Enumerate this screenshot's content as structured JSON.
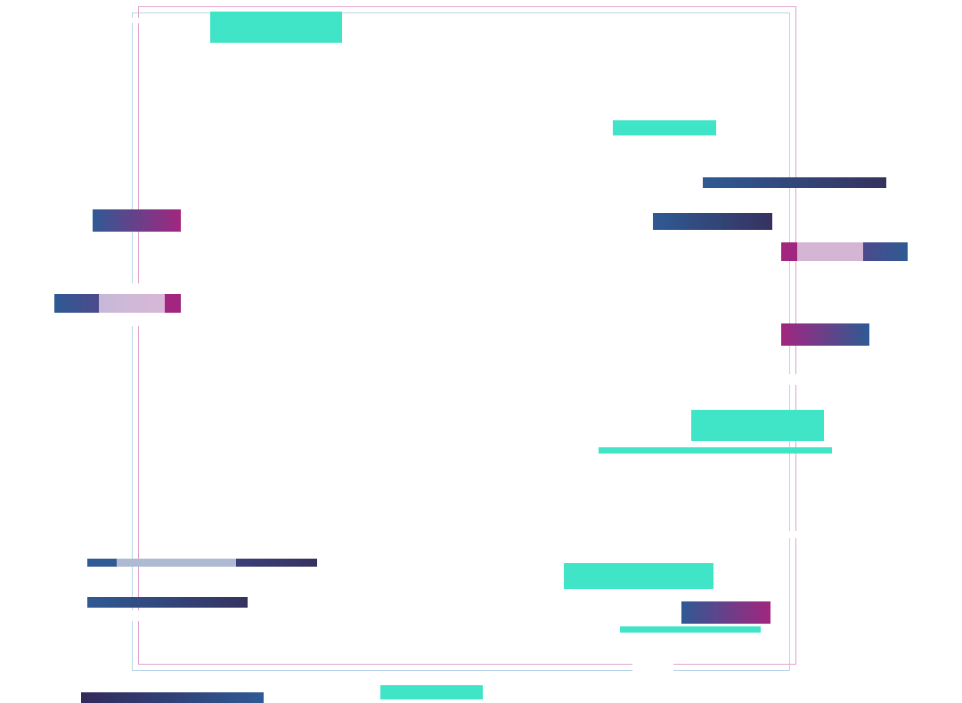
{
  "canvas": {
    "background": "#ffffff"
  },
  "colors": {
    "teal": "#40e4c6",
    "blue": "#2f5a94",
    "navy": "#36325f",
    "magenta": "#a2267f",
    "pink_light": "#d4b5d4",
    "lavender": "#aebad1",
    "frame_blue": "#b9d3e8",
    "frame_pink": "#e2a3cc"
  },
  "shapes": [
    {
      "name": "teal-block-top-left",
      "color": "teal"
    },
    {
      "name": "teal-block-top-right",
      "color": "teal"
    },
    {
      "name": "teal-block-middle-right",
      "color": "teal"
    },
    {
      "name": "teal-line-middle-right",
      "color": "teal"
    },
    {
      "name": "teal-block-lower-right",
      "color": "teal"
    },
    {
      "name": "teal-line-lower-right",
      "color": "teal"
    },
    {
      "name": "teal-block-bottom-center",
      "color": "teal"
    },
    {
      "name": "gradient-bar-blue-navy-top-right",
      "color": "blue-navy"
    },
    {
      "name": "gradient-bar-blue-navy-right",
      "color": "blue-navy"
    },
    {
      "name": "segmented-bar-magenta-pink-blue",
      "color": "magenta-pink-blue"
    },
    {
      "name": "gradient-bar-magenta-blue-right",
      "color": "magenta-blue"
    },
    {
      "name": "gradient-bar-blue-magenta-lower-right",
      "color": "blue-magenta"
    },
    {
      "name": "gradient-bar-blue-magenta-left",
      "color": "blue-magenta"
    },
    {
      "name": "segmented-bar-blue-pink-magenta-left",
      "color": "blue-pink-magenta"
    },
    {
      "name": "segmented-bar-blue-lavender-navy-bottom-left",
      "color": "blue-lavender-navy"
    },
    {
      "name": "gradient-bar-blue-navy-bottom-left",
      "color": "blue-navy"
    },
    {
      "name": "gradient-bar-navy-blue-bottom",
      "color": "navy-blue"
    }
  ]
}
